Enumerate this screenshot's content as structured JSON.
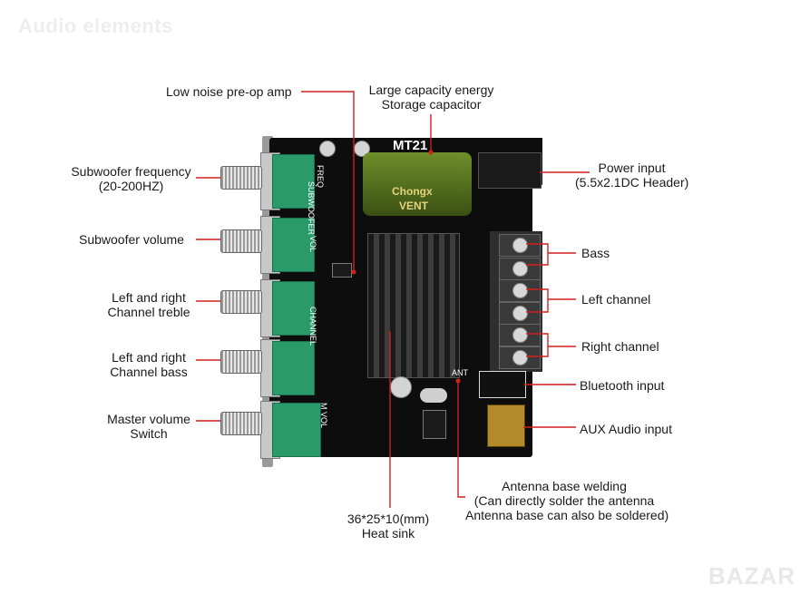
{
  "watermark_top": "Audio elements",
  "watermark_bottom": "BAZAR",
  "board": {
    "title": "MT21",
    "capacitor_brand": "Chongx",
    "capacitor_vent": "VENT"
  },
  "callouts": {
    "low_noise": "Low noise pre-op amp",
    "large_cap": [
      "Large capacity energy",
      "Storage capacitor"
    ],
    "power_input": [
      "Power input",
      "(5.5x2.1DC Header)"
    ],
    "sub_freq": [
      "Subwoofer frequency",
      "(20-200HZ)"
    ],
    "sub_volume": "Subwoofer volume",
    "treble": [
      "Left and right",
      "Channel treble"
    ],
    "bass_ctrl": [
      "Left and right",
      "Channel bass"
    ],
    "master_volume": [
      "Master volume",
      "Switch"
    ],
    "bass": "Bass",
    "left_channel": "Left channel",
    "right_channel": "Right channel",
    "bluetooth": "Bluetooth input",
    "aux": "AUX Audio input",
    "antenna": [
      "Antenna base welding",
      "(Can directly solder the antenna",
      "Antenna base can also be soldered)"
    ],
    "heatsink": [
      "36*25*10(mm)",
      "Heat sink"
    ]
  },
  "silk": {
    "subwoofer": "SUBWOOFER",
    "freq": "FREQ",
    "vol": "VOL",
    "channel": "CHANNEL",
    "mvol": "M VOL",
    "ant": "ANT"
  },
  "colors": {
    "leader_line": "#d21f1f",
    "board": "#0d0d0d",
    "pot_green": "#2a9a6a"
  }
}
